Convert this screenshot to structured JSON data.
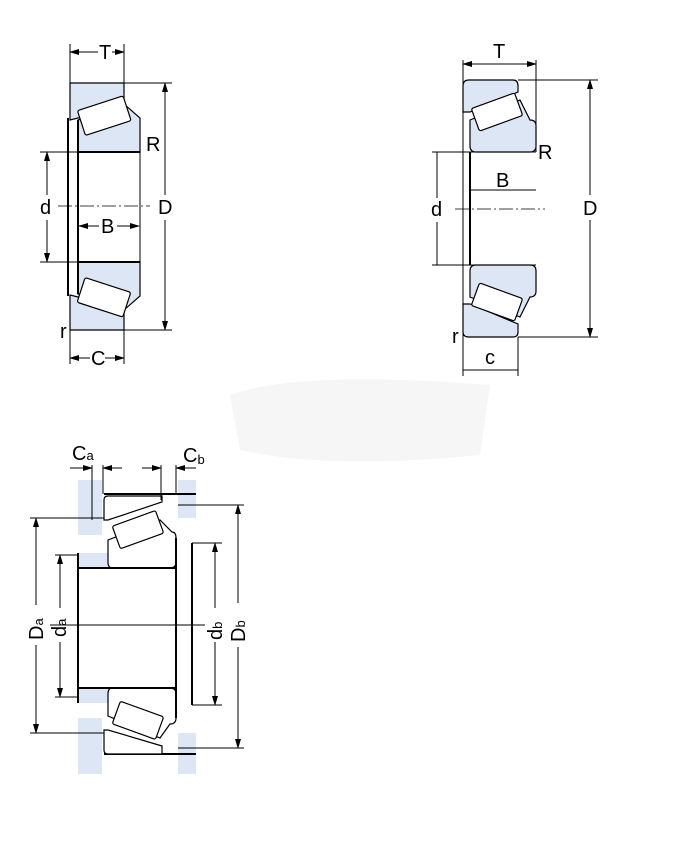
{
  "diagram_1": {
    "labels": {
      "T": "T",
      "R": "R",
      "D": "D",
      "d": "d",
      "B": "B",
      "r": "r",
      "C": "C"
    }
  },
  "diagram_2": {
    "labels": {
      "T": "T",
      "R": "R",
      "D": "D",
      "d": "d",
      "B": "B",
      "r": "r",
      "c": "c"
    }
  },
  "diagram_3": {
    "labels": {
      "Ca": "C",
      "Ca_sub": "a",
      "Cb": "C",
      "Cb_sub": "b",
      "Da": "D",
      "Da_sub": "a",
      "da": "d",
      "da_sub": "a",
      "db": "d",
      "db_sub": "b",
      "Db": "D",
      "Db_sub": "b"
    }
  },
  "colors": {
    "shading": "#dde6f5",
    "line": "#000000"
  }
}
